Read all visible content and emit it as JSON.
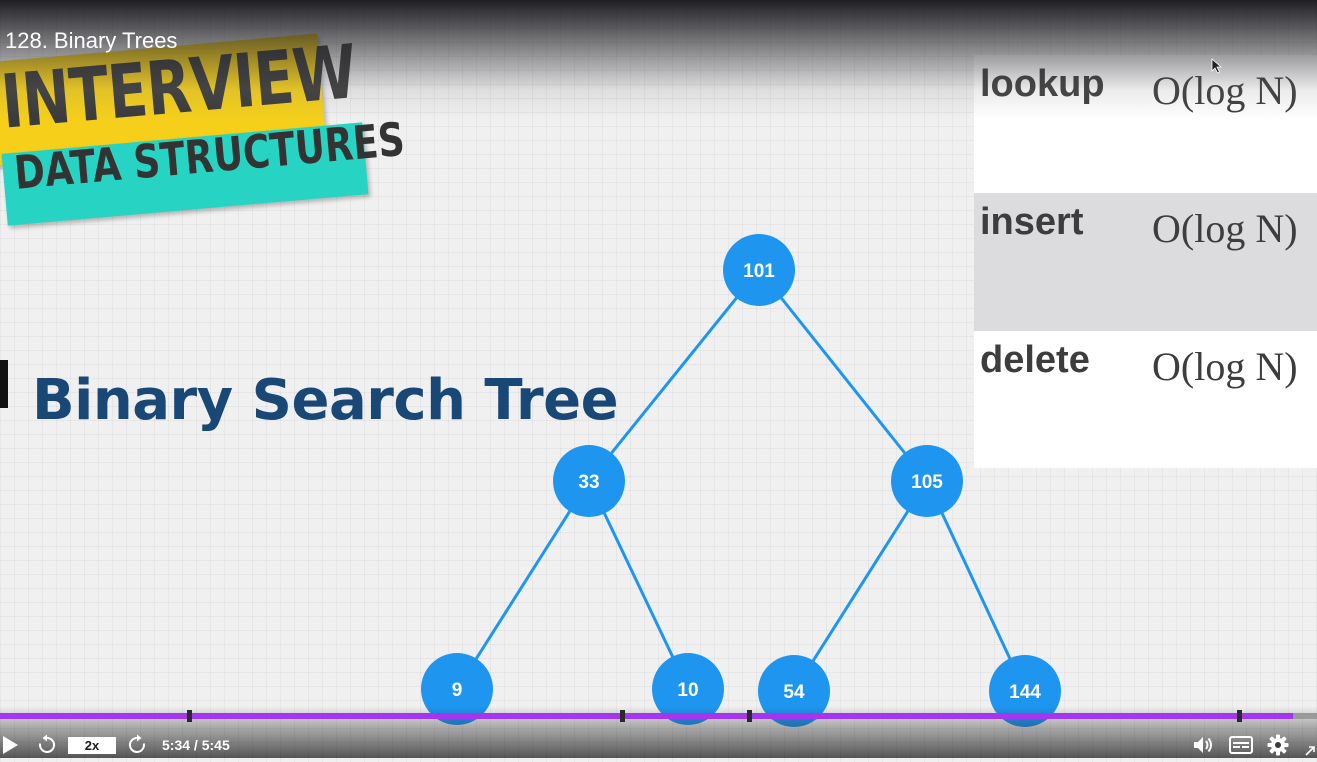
{
  "player": {
    "lecture_title": "128. Binary Trees",
    "speed_label": "2x",
    "current_time": "5:34",
    "time_separator": " / ",
    "duration": "5:45",
    "progress_fraction": 0.982,
    "accent_color": "#a435f0"
  },
  "slide": {
    "badge_line1": "INTERVIEW",
    "badge_line2": "DATA STRUCTURES",
    "heading": "Binary Search Tree",
    "tree": {
      "root": "101",
      "level2": [
        "33",
        "105"
      ],
      "level3": [
        "9",
        "10",
        "54",
        "144"
      ],
      "node_color": "#1e96f0"
    },
    "complexity": [
      {
        "op": "lookup",
        "value": "O(log N)"
      },
      {
        "op": "insert",
        "value": "O(log N)"
      },
      {
        "op": "delete",
        "value": "O(log N)"
      }
    ]
  },
  "icons": {
    "play": "play-icon",
    "rewind": "rewind-5-icon",
    "forward": "forward-5-icon",
    "volume": "volume-icon",
    "captions": "captions-icon",
    "settings": "gear-icon",
    "expand": "expand-icon"
  }
}
